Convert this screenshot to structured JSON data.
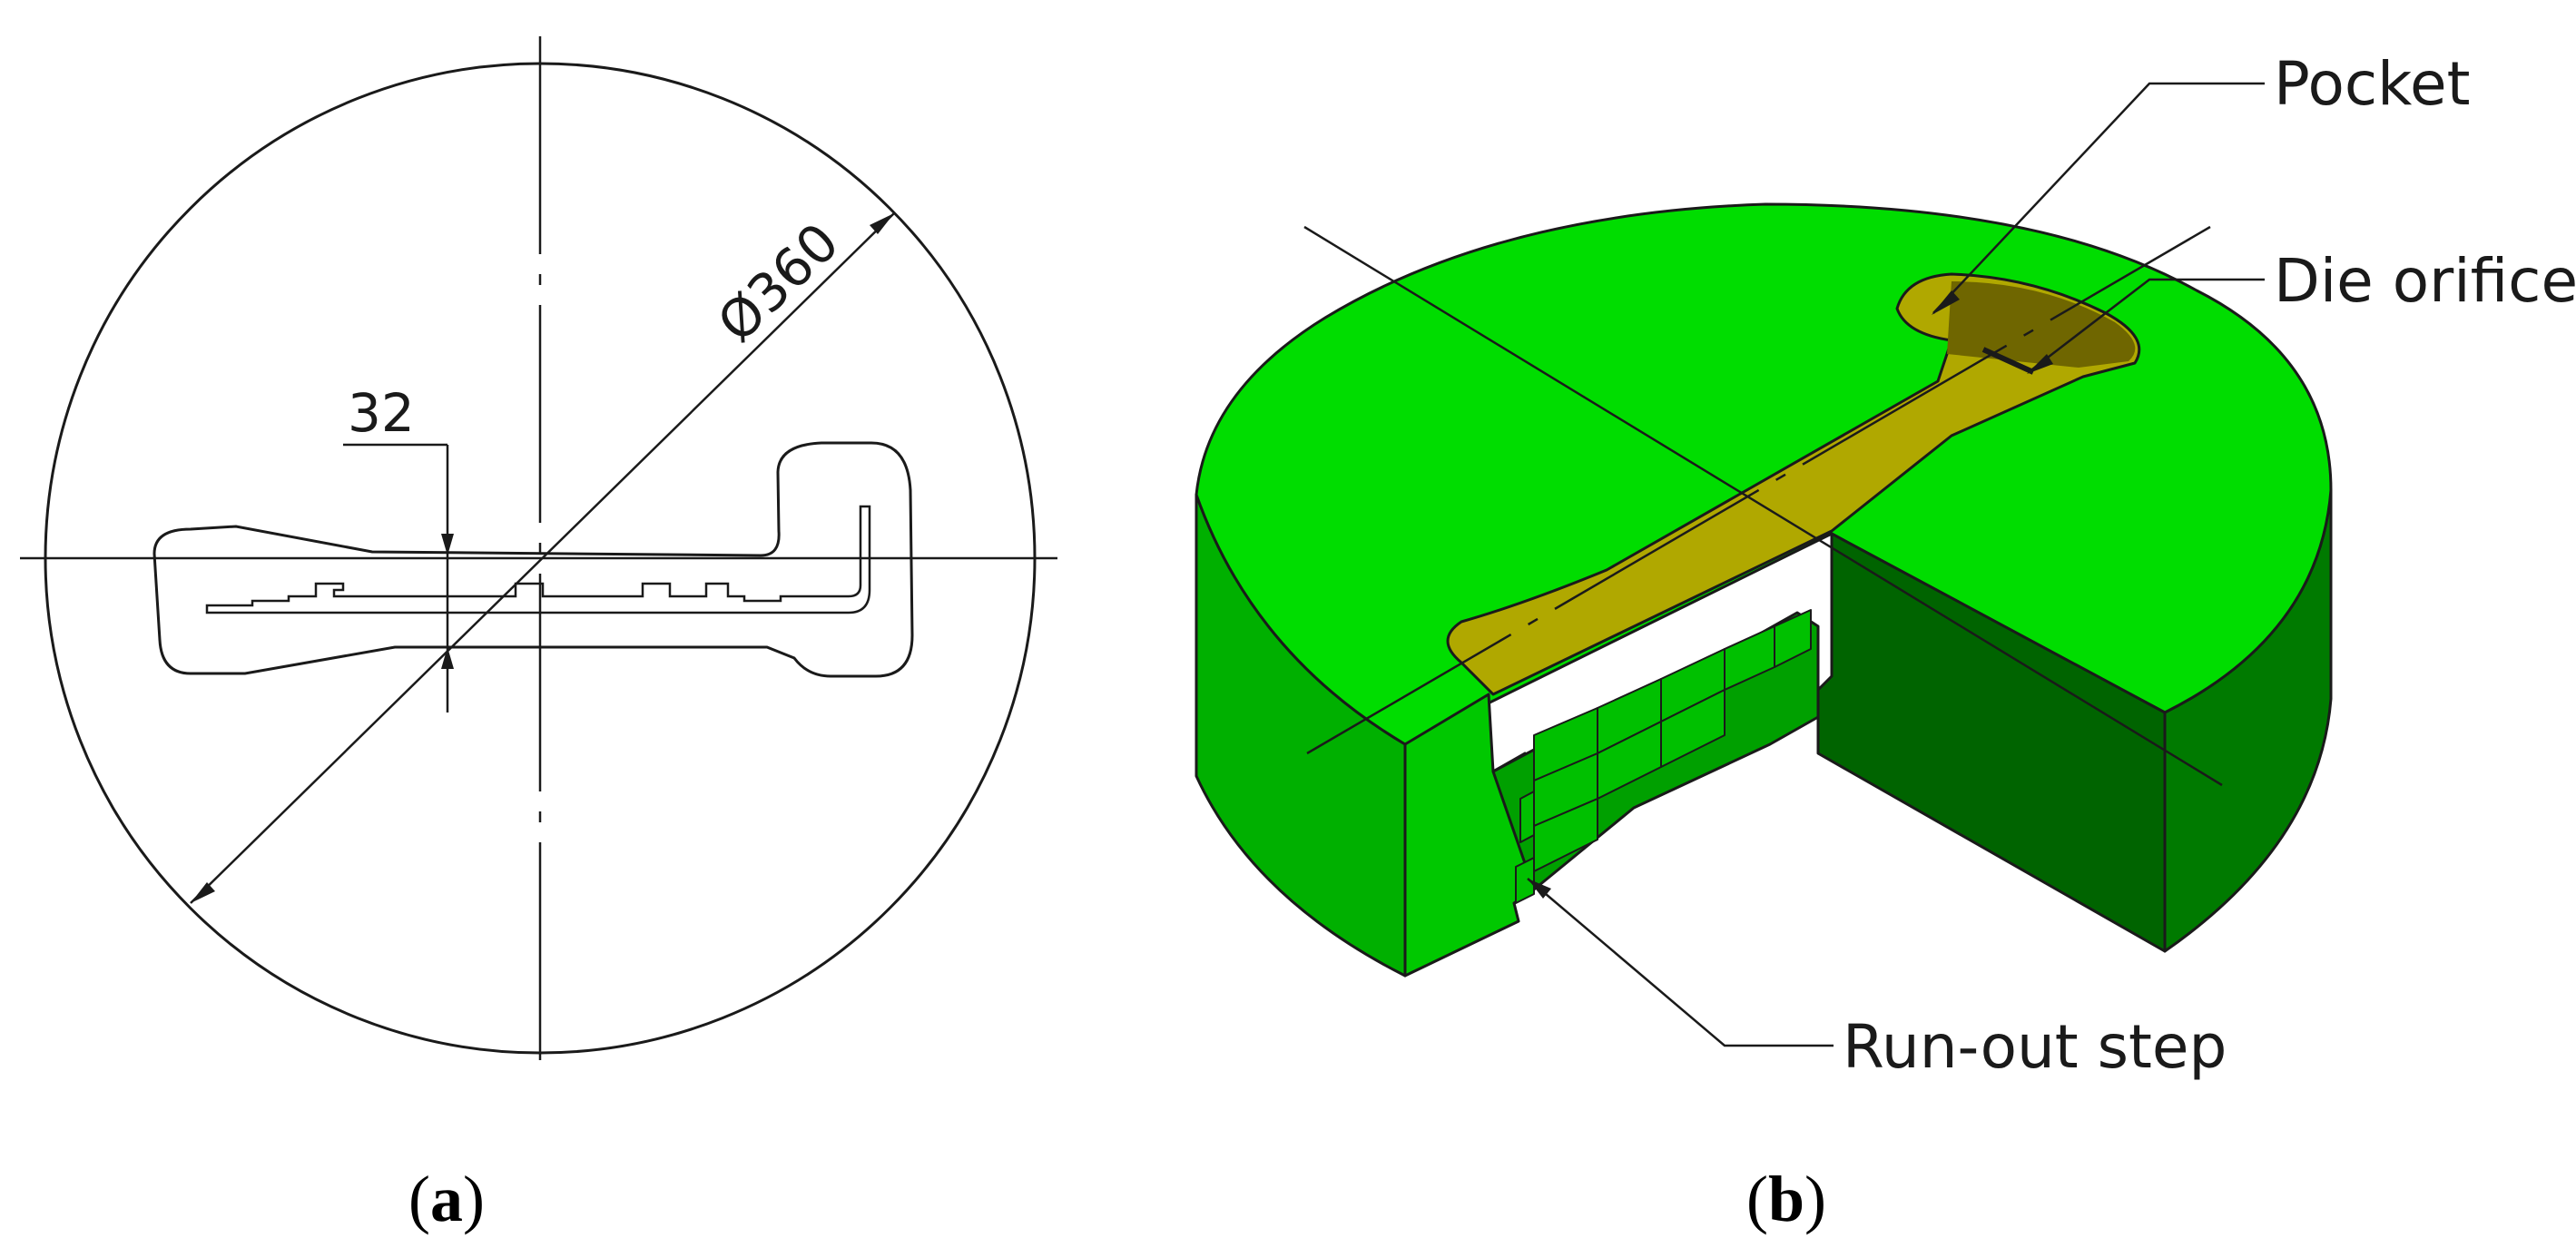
{
  "panel_a": {
    "diameter_label": "Ø360",
    "thickness_label": "32",
    "caption_open": "(",
    "caption_letter": "a",
    "caption_close": ")"
  },
  "panel_b": {
    "labels": {
      "pocket": "Pocket",
      "die_orifice": "Die orifice",
      "run_out_step": "Run-out step"
    },
    "caption_open": "(",
    "caption_letter": "b",
    "caption_close": ")"
  },
  "colors": {
    "die_green": "#00dd00",
    "die_side_left": "#00b000",
    "die_side_right": "#007a00",
    "pocket_olive": "#b0a800",
    "line": "#1a1a1a"
  }
}
